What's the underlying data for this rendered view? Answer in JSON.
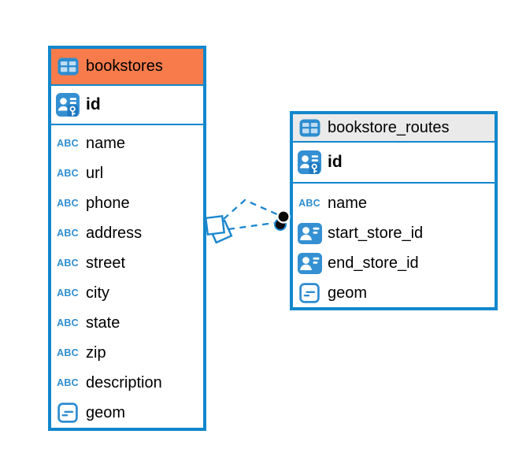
{
  "diagram": {
    "tables": [
      {
        "name": "bookstores",
        "icon": "table-icon",
        "header_color": "#F87C4B",
        "primary_key": {
          "label": "id",
          "icon": "primary-key-icon"
        },
        "columns": [
          {
            "label": "name",
            "icon": "text-icon"
          },
          {
            "label": "url",
            "icon": "text-icon"
          },
          {
            "label": "phone",
            "icon": "text-icon"
          },
          {
            "label": "address",
            "icon": "text-icon"
          },
          {
            "label": "street",
            "icon": "text-icon"
          },
          {
            "label": "city",
            "icon": "text-icon"
          },
          {
            "label": "state",
            "icon": "text-icon"
          },
          {
            "label": "zip",
            "icon": "text-icon"
          },
          {
            "label": "description",
            "icon": "text-icon"
          },
          {
            "label": "geom",
            "icon": "geometry-icon"
          }
        ]
      },
      {
        "name": "bookstore_routes",
        "icon": "table-icon",
        "header_color": "#EAEAEA",
        "primary_key": {
          "label": "id",
          "icon": "primary-key-icon"
        },
        "columns": [
          {
            "label": "name",
            "icon": "text-icon"
          },
          {
            "label": "start_store_id",
            "icon": "foreign-key-icon"
          },
          {
            "label": "end_store_id",
            "icon": "foreign-key-icon"
          },
          {
            "label": "geom",
            "icon": "geometry-icon"
          }
        ]
      }
    ],
    "relationships": [
      {
        "from": "bookstore_routes",
        "to": "bookstores",
        "line_style": "dashed"
      },
      {
        "from": "bookstore_routes",
        "to": "bookstores",
        "line_style": "dashed"
      }
    ],
    "colors": {
      "table_border": "#1287CC",
      "icon_blue": "#3490D2",
      "text_type_blue": "#2E8DD0",
      "relationship_line": "#1A86CE",
      "bookstores_header": "#F87C4B",
      "bookstore_routes_header": "#EAEAEA",
      "text": "#000000"
    }
  }
}
